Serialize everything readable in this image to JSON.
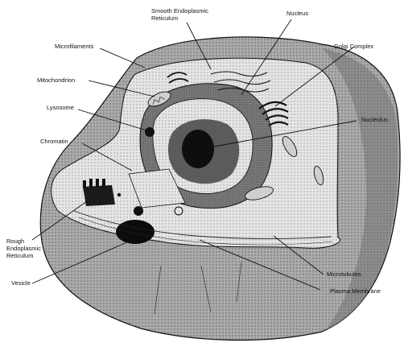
{
  "labels": {
    "smooth_er": [
      "Smooth Endoplasmic",
      "Reticulum"
    ],
    "nucleus": "Nucleus",
    "microfilaments": "Microfilaments",
    "golgi_complex": "Golgi Complex",
    "mitochondrion": "Mitochondrion",
    "lysosome": "Lysosome",
    "nucleolus": "Nucleolus",
    "chromatin": "Chromatin",
    "rough_er": [
      "Rough",
      "Endoplasmic",
      "Reticulum"
    ],
    "microtubules": "Microtubules",
    "vesicle": "Vesicle",
    "plasma_membrane": "Plasma Membrane"
  },
  "colors": {
    "ink": "#111111",
    "outer_cytoplasm": "#a9a9a9",
    "cut_face": "#ececec",
    "nucleus_dark": "#6f6f6f",
    "nucleolus": "#0e0e0e"
  }
}
